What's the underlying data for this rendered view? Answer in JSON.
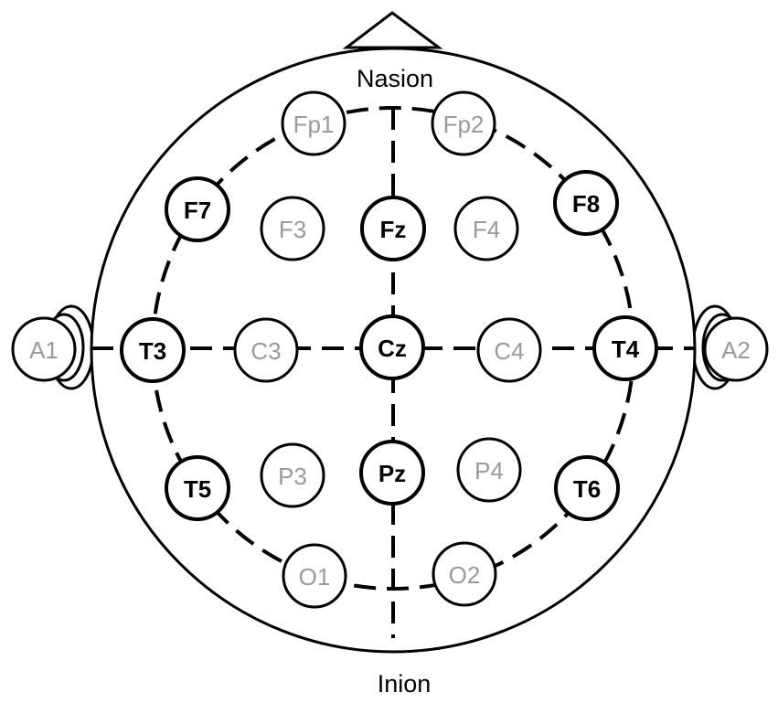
{
  "landmarks": {
    "nasion": "Nasion",
    "inion": "Inion"
  },
  "colors": {
    "active": "#000000",
    "inactive": "#9a9a9a",
    "line": "#000000",
    "background": "#ffffff"
  },
  "electrodes": [
    {
      "label": "Fp1",
      "active": false
    },
    {
      "label": "Fp2",
      "active": false
    },
    {
      "label": "F7",
      "active": true
    },
    {
      "label": "F3",
      "active": false
    },
    {
      "label": "Fz",
      "active": true
    },
    {
      "label": "F4",
      "active": false
    },
    {
      "label": "F8",
      "active": true
    },
    {
      "label": "A1",
      "active": false
    },
    {
      "label": "T3",
      "active": true
    },
    {
      "label": "C3",
      "active": false
    },
    {
      "label": "Cz",
      "active": true
    },
    {
      "label": "C4",
      "active": false
    },
    {
      "label": "T4",
      "active": true
    },
    {
      "label": "A2",
      "active": false
    },
    {
      "label": "T5",
      "active": true
    },
    {
      "label": "P3",
      "active": false
    },
    {
      "label": "Pz",
      "active": true
    },
    {
      "label": "P4",
      "active": false
    },
    {
      "label": "T6",
      "active": true
    },
    {
      "label": "O1",
      "active": false
    },
    {
      "label": "O2",
      "active": false
    }
  ]
}
